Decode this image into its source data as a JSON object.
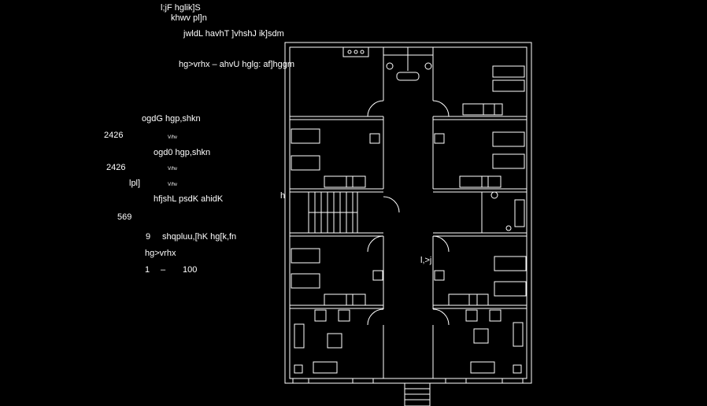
{
  "drawing": {
    "colors": {
      "background": "#000000",
      "lines": "#ffffff"
    },
    "notes": [
      {
        "key": "n1",
        "text": "l;jF hglik]S"
      },
      {
        "key": "n2",
        "text": "khwv pl]n"
      },
      {
        "key": "n3",
        "text": "jwldL havhT ]vhshJ ik]sdm"
      },
      {
        "key": "n4",
        "text": "hg>vrhx – ahvU hglg: af]hggm"
      },
      {
        "key": "n5",
        "text": "ogdG hgp,shkn"
      },
      {
        "key": "n6",
        "text": "2426"
      },
      {
        "key": "n7",
        "text": "V/hv"
      },
      {
        "key": "n8",
        "text": "ogd0 hgp,shkn"
      },
      {
        "key": "n9",
        "text": "2426"
      },
      {
        "key": "n10",
        "text": "V/hv"
      },
      {
        "key": "n11",
        "text": "lpl]"
      },
      {
        "key": "n12",
        "text": "V/hv"
      },
      {
        "key": "n13",
        "text": "hfjshL psdK ahidK"
      },
      {
        "key": "n14",
        "text": "569"
      },
      {
        "key": "n15",
        "text": "9"
      },
      {
        "key": "n16",
        "text": "shqpluu,[hK hg[k,fn"
      },
      {
        "key": "n17",
        "text": "hg>vrhx"
      },
      {
        "key": "n18",
        "text": "1"
      },
      {
        "key": "n19",
        "text": "–"
      },
      {
        "key": "n20",
        "text": "100"
      },
      {
        "key": "n21",
        "text": "h"
      },
      {
        "key": "n22",
        "text": "l,>j"
      }
    ]
  }
}
